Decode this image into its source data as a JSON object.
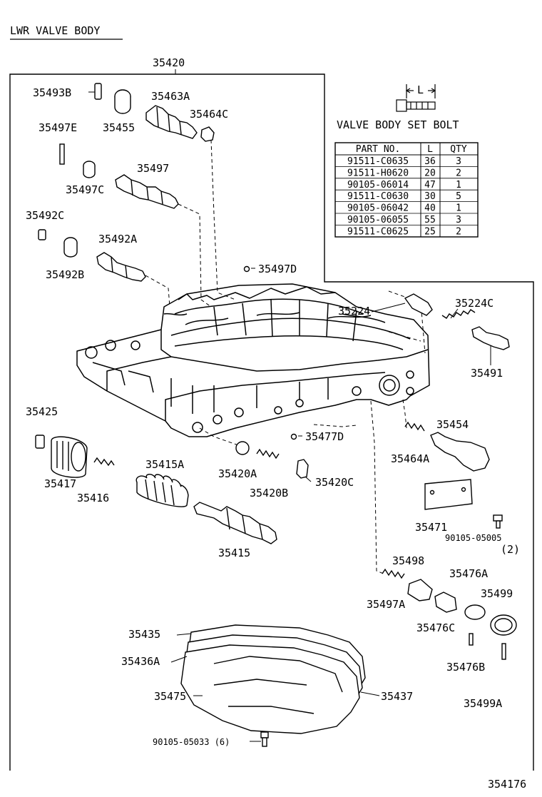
{
  "title": "LWR VALVE BODY",
  "main_part": "35420",
  "figure_number": "354176",
  "bolt_diagram": {
    "title": "VALVE BODY SET BOLT",
    "dimension_label": "L"
  },
  "bolt_table": {
    "headers": [
      "PART NO.",
      "L",
      "QTY"
    ],
    "rows": [
      [
        "91511-C0635",
        "36",
        "3"
      ],
      [
        "91511-H0620",
        "20",
        "2"
      ],
      [
        "90105-06014",
        "47",
        "1"
      ],
      [
        "91511-C0630",
        "30",
        "5"
      ],
      [
        "90105-06042",
        "40",
        "1"
      ],
      [
        "90105-06055",
        "55",
        "3"
      ],
      [
        "91511-C0625",
        "25",
        "2"
      ]
    ]
  },
  "labels": {
    "p35493B": "35493B",
    "p35463A": "35463A",
    "p35455": "35455",
    "p35464C": "35464C",
    "p35497E": "35497E",
    "p35497": "35497",
    "p35497C": "35497C",
    "p35492C": "35492C",
    "p35492A": "35492A",
    "p35492B": "35492B",
    "p35497D": "35497D",
    "p35224": "35224",
    "p35224C": "35224C",
    "p35491": "35491",
    "p35425": "35425",
    "p35477D": "35477D",
    "p35454": "35454",
    "p35464A": "35464A",
    "p35417": "35417",
    "p35416": "35416",
    "p35415A": "35415A",
    "p35420A": "35420A",
    "p35420B": "35420B",
    "p35420C": "35420C",
    "p35471": "35471",
    "p90105_05005": "90105-05005",
    "p90105_05005_qty": "(2)",
    "p35415": "35415",
    "p35498": "35498",
    "p35476A": "35476A",
    "p35499": "35499",
    "p35497A": "35497A",
    "p35476C": "35476C",
    "p35435": "35435",
    "p35436A": "35436A",
    "p35476B": "35476B",
    "p35475": "35475",
    "p35437": "35437",
    "p35499A": "35499A",
    "p90105_05033": "90105-05033 (6)"
  }
}
